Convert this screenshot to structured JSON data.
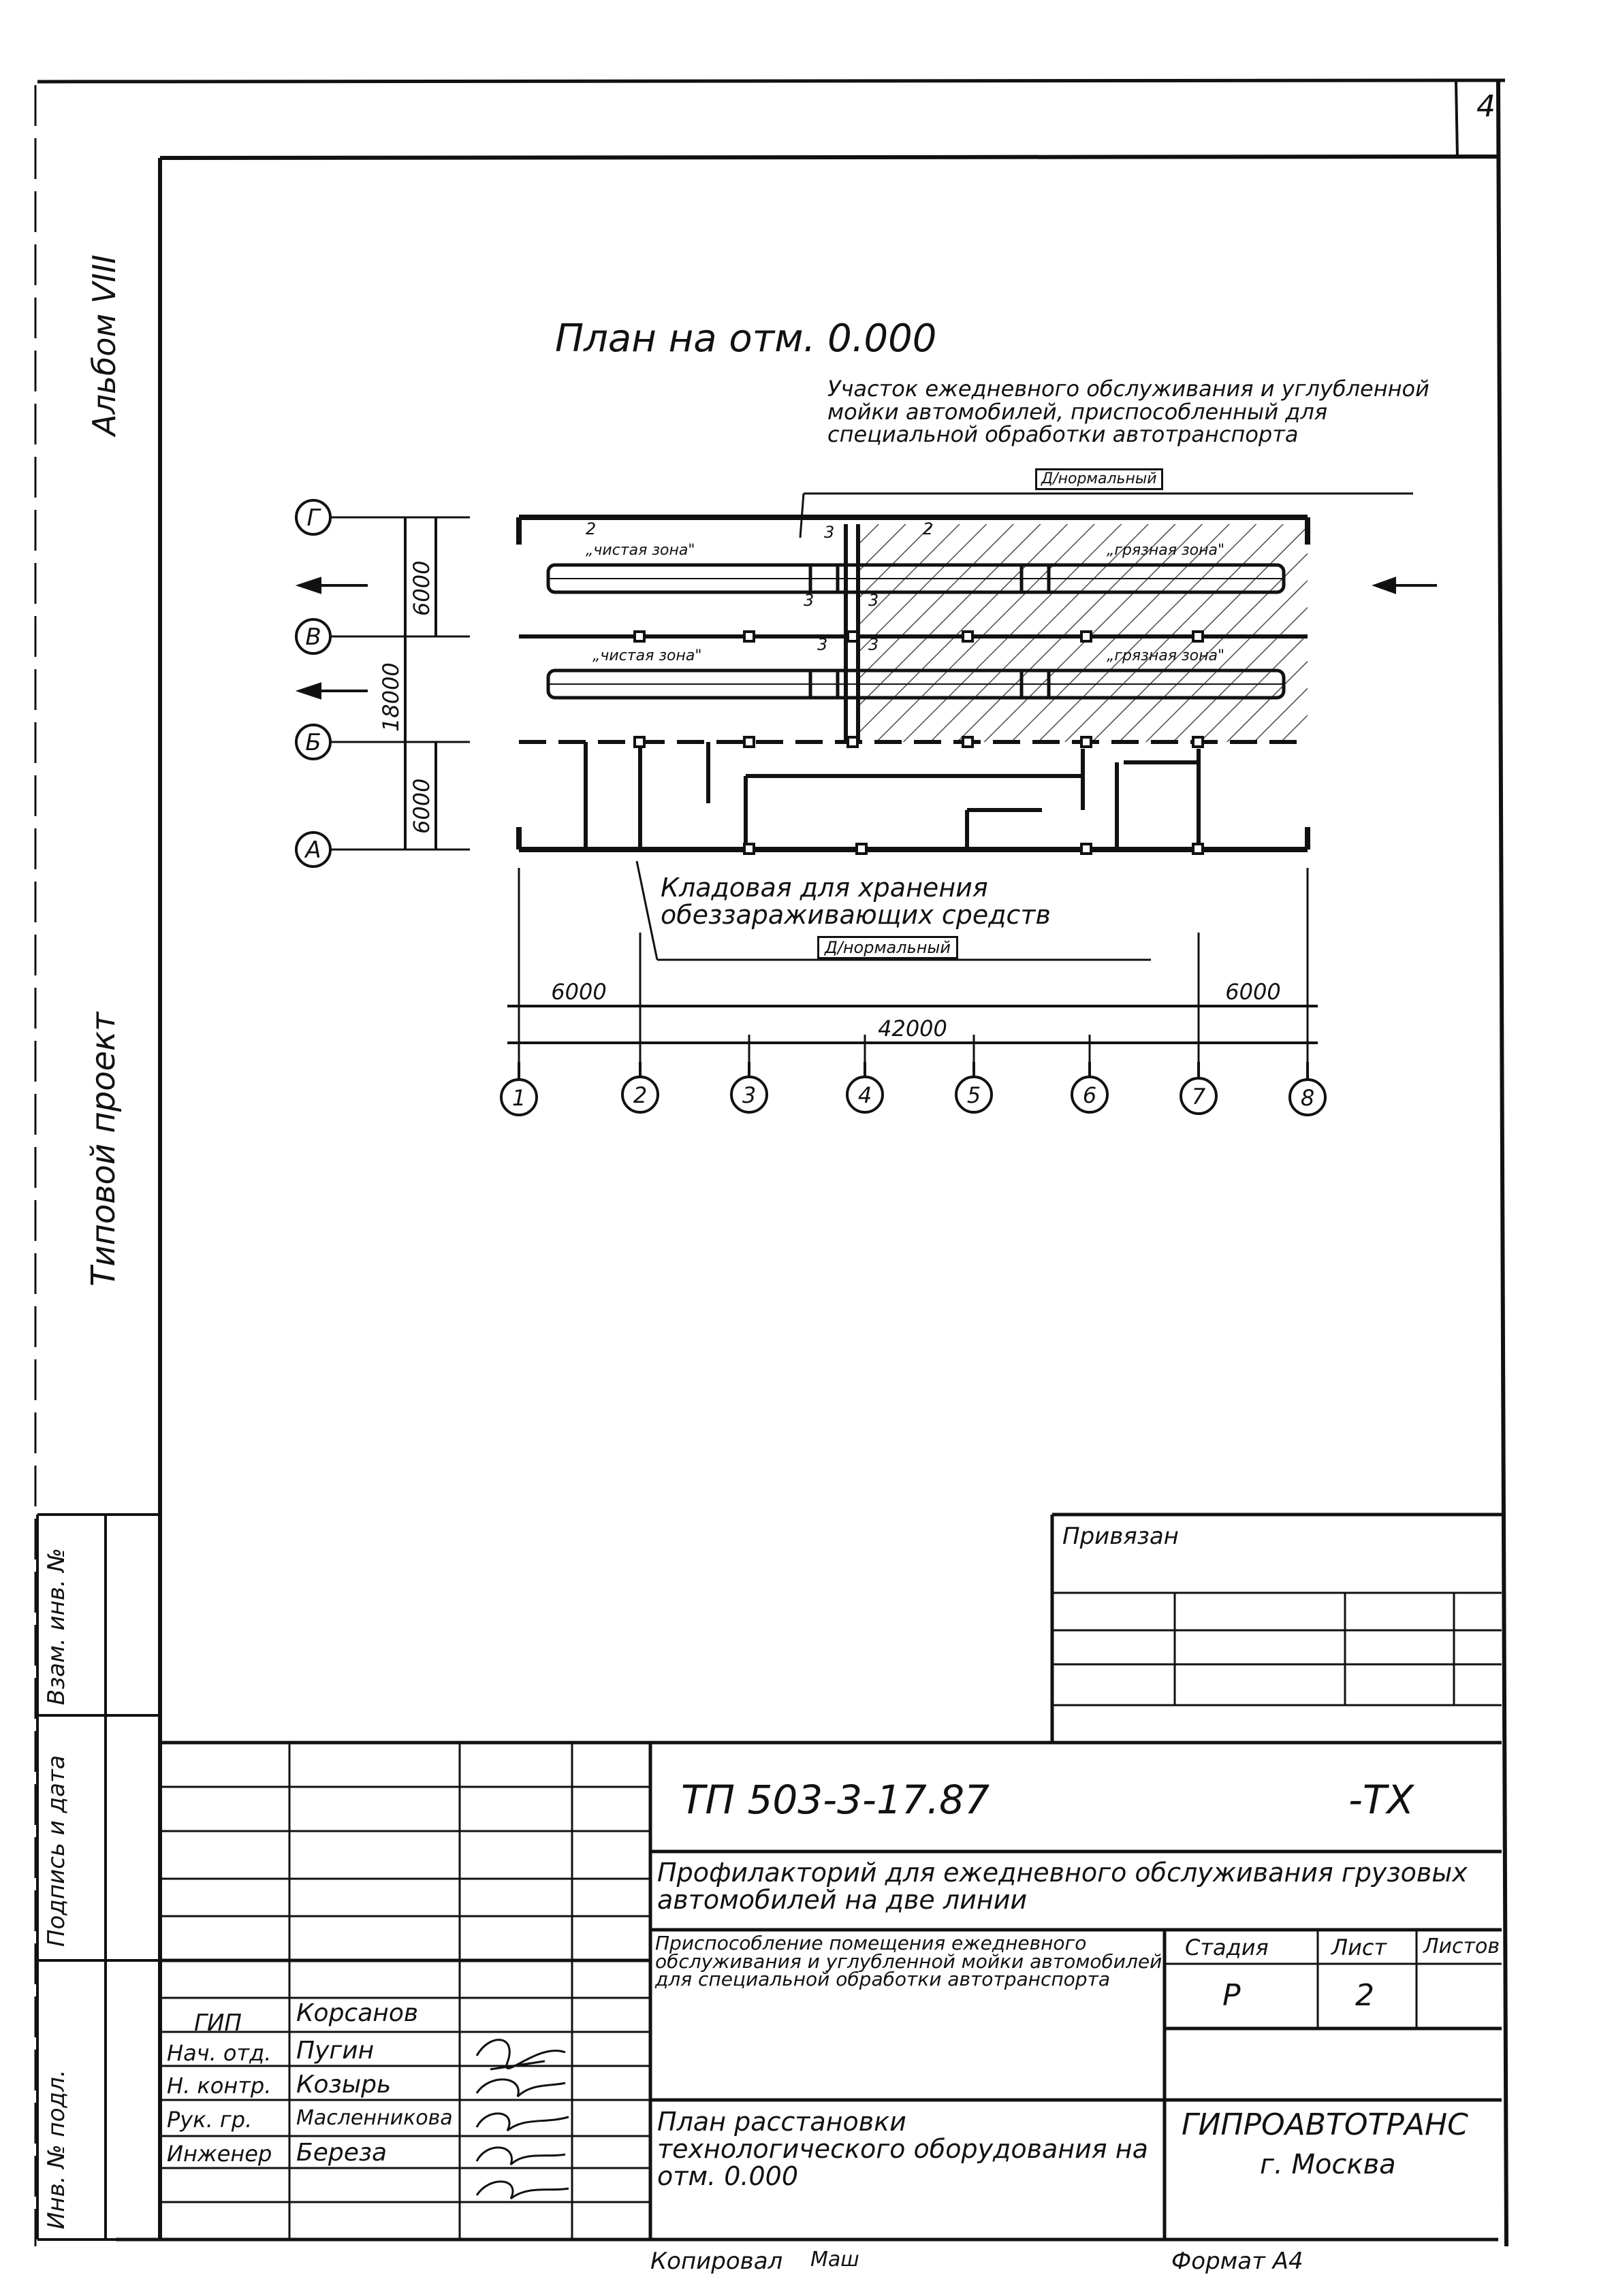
{
  "sheet": {
    "page_number": "4",
    "side_album": "Альбом VIII",
    "side_project": "Типовой проект",
    "side_col_1": "Взам. инв. №",
    "side_col_2": "Подпись и дата",
    "side_col_3": "Инв. № подл."
  },
  "plan": {
    "title": "План на отм. 0.000",
    "callout_wash": "Участок ежедневного обслуживания и углубленной мойки автомобилей, приспособленный для специальной обработки автотранспорта",
    "wash_category": "Д/нормальный",
    "callout_storage": "Кладовая для хранения обеззараживающих средств",
    "storage_category": "Д/нормальный",
    "zone_clean_1": "„чистая зона\"",
    "zone_clean_2": "„чистая зона\"",
    "zone_dirty_1": "„грязная зона\"",
    "zone_dirty_2": "„грязная зона\"",
    "axes_rows": [
      "Г",
      "В",
      "Б",
      "А"
    ],
    "axes_cols": [
      "1",
      "2",
      "3",
      "4",
      "5",
      "6",
      "7",
      "8"
    ],
    "dim_row_top": "6000",
    "dim_row_bottom": "6000",
    "dim_row_total": "18000",
    "dim_col_left": "6000",
    "dim_col_right": "6000",
    "dim_col_total": "42000",
    "equip_marks": [
      "2",
      "3",
      "3",
      "3",
      "3",
      "3",
      "2"
    ]
  },
  "title_block": {
    "bound_label": "Привязан",
    "code": "ТП 503-3-17.87",
    "suffix": "-ТХ",
    "project_name": "Профилакторий для ежедневного обслуживания грузовых автомобилей на две линии",
    "sheet_desc": "Приспособление помещения ежедневного обслуживания и углубленной мойки автомобилей для специальной обработки автотранспорта",
    "drawing_name": "План расстановки технологического оборудования на отм. 0.000",
    "stage_label": "Стадия",
    "sheet_label": "Лист",
    "sheets_label": "Листов",
    "stage_value": "Р",
    "sheet_value": "2",
    "org_name": "ГИПРОАВТОТРАНС",
    "org_city": "г. Москва",
    "roles": [
      {
        "role": "ГИП",
        "name": "Корсанов"
      },
      {
        "role": "Нач. отд.",
        "name": "Пугин"
      },
      {
        "role": "Н. контр.",
        "name": "Козырь"
      },
      {
        "role": "Рук. гр.",
        "name": "Масленникова"
      },
      {
        "role": "Инженер",
        "name": "Береза"
      }
    ],
    "copied_label": "Копировал",
    "copied_name": "Маш",
    "format_label": "Формат А4"
  }
}
